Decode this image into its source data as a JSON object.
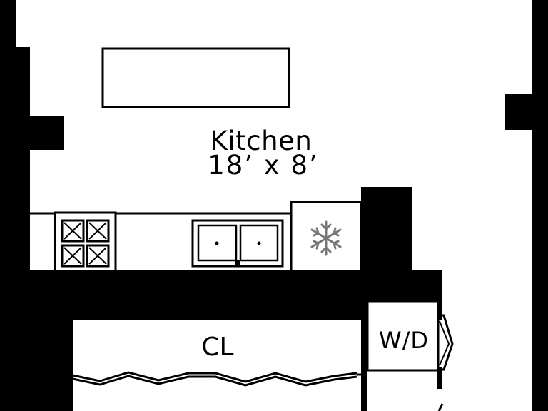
{
  "room": {
    "name": "Kitchen",
    "dimensions": "18’ x 8’"
  },
  "closet": {
    "label": "CL"
  },
  "laundry": {
    "label": "W/D"
  },
  "colors": {
    "wall": "#000000",
    "background": "#ffffff",
    "fridge_symbol": "#777777"
  },
  "icons": {
    "cooktop": "four-burner-cooktop-icon",
    "sink": "double-sink-icon",
    "refrigerator": "snowflake-icon"
  }
}
